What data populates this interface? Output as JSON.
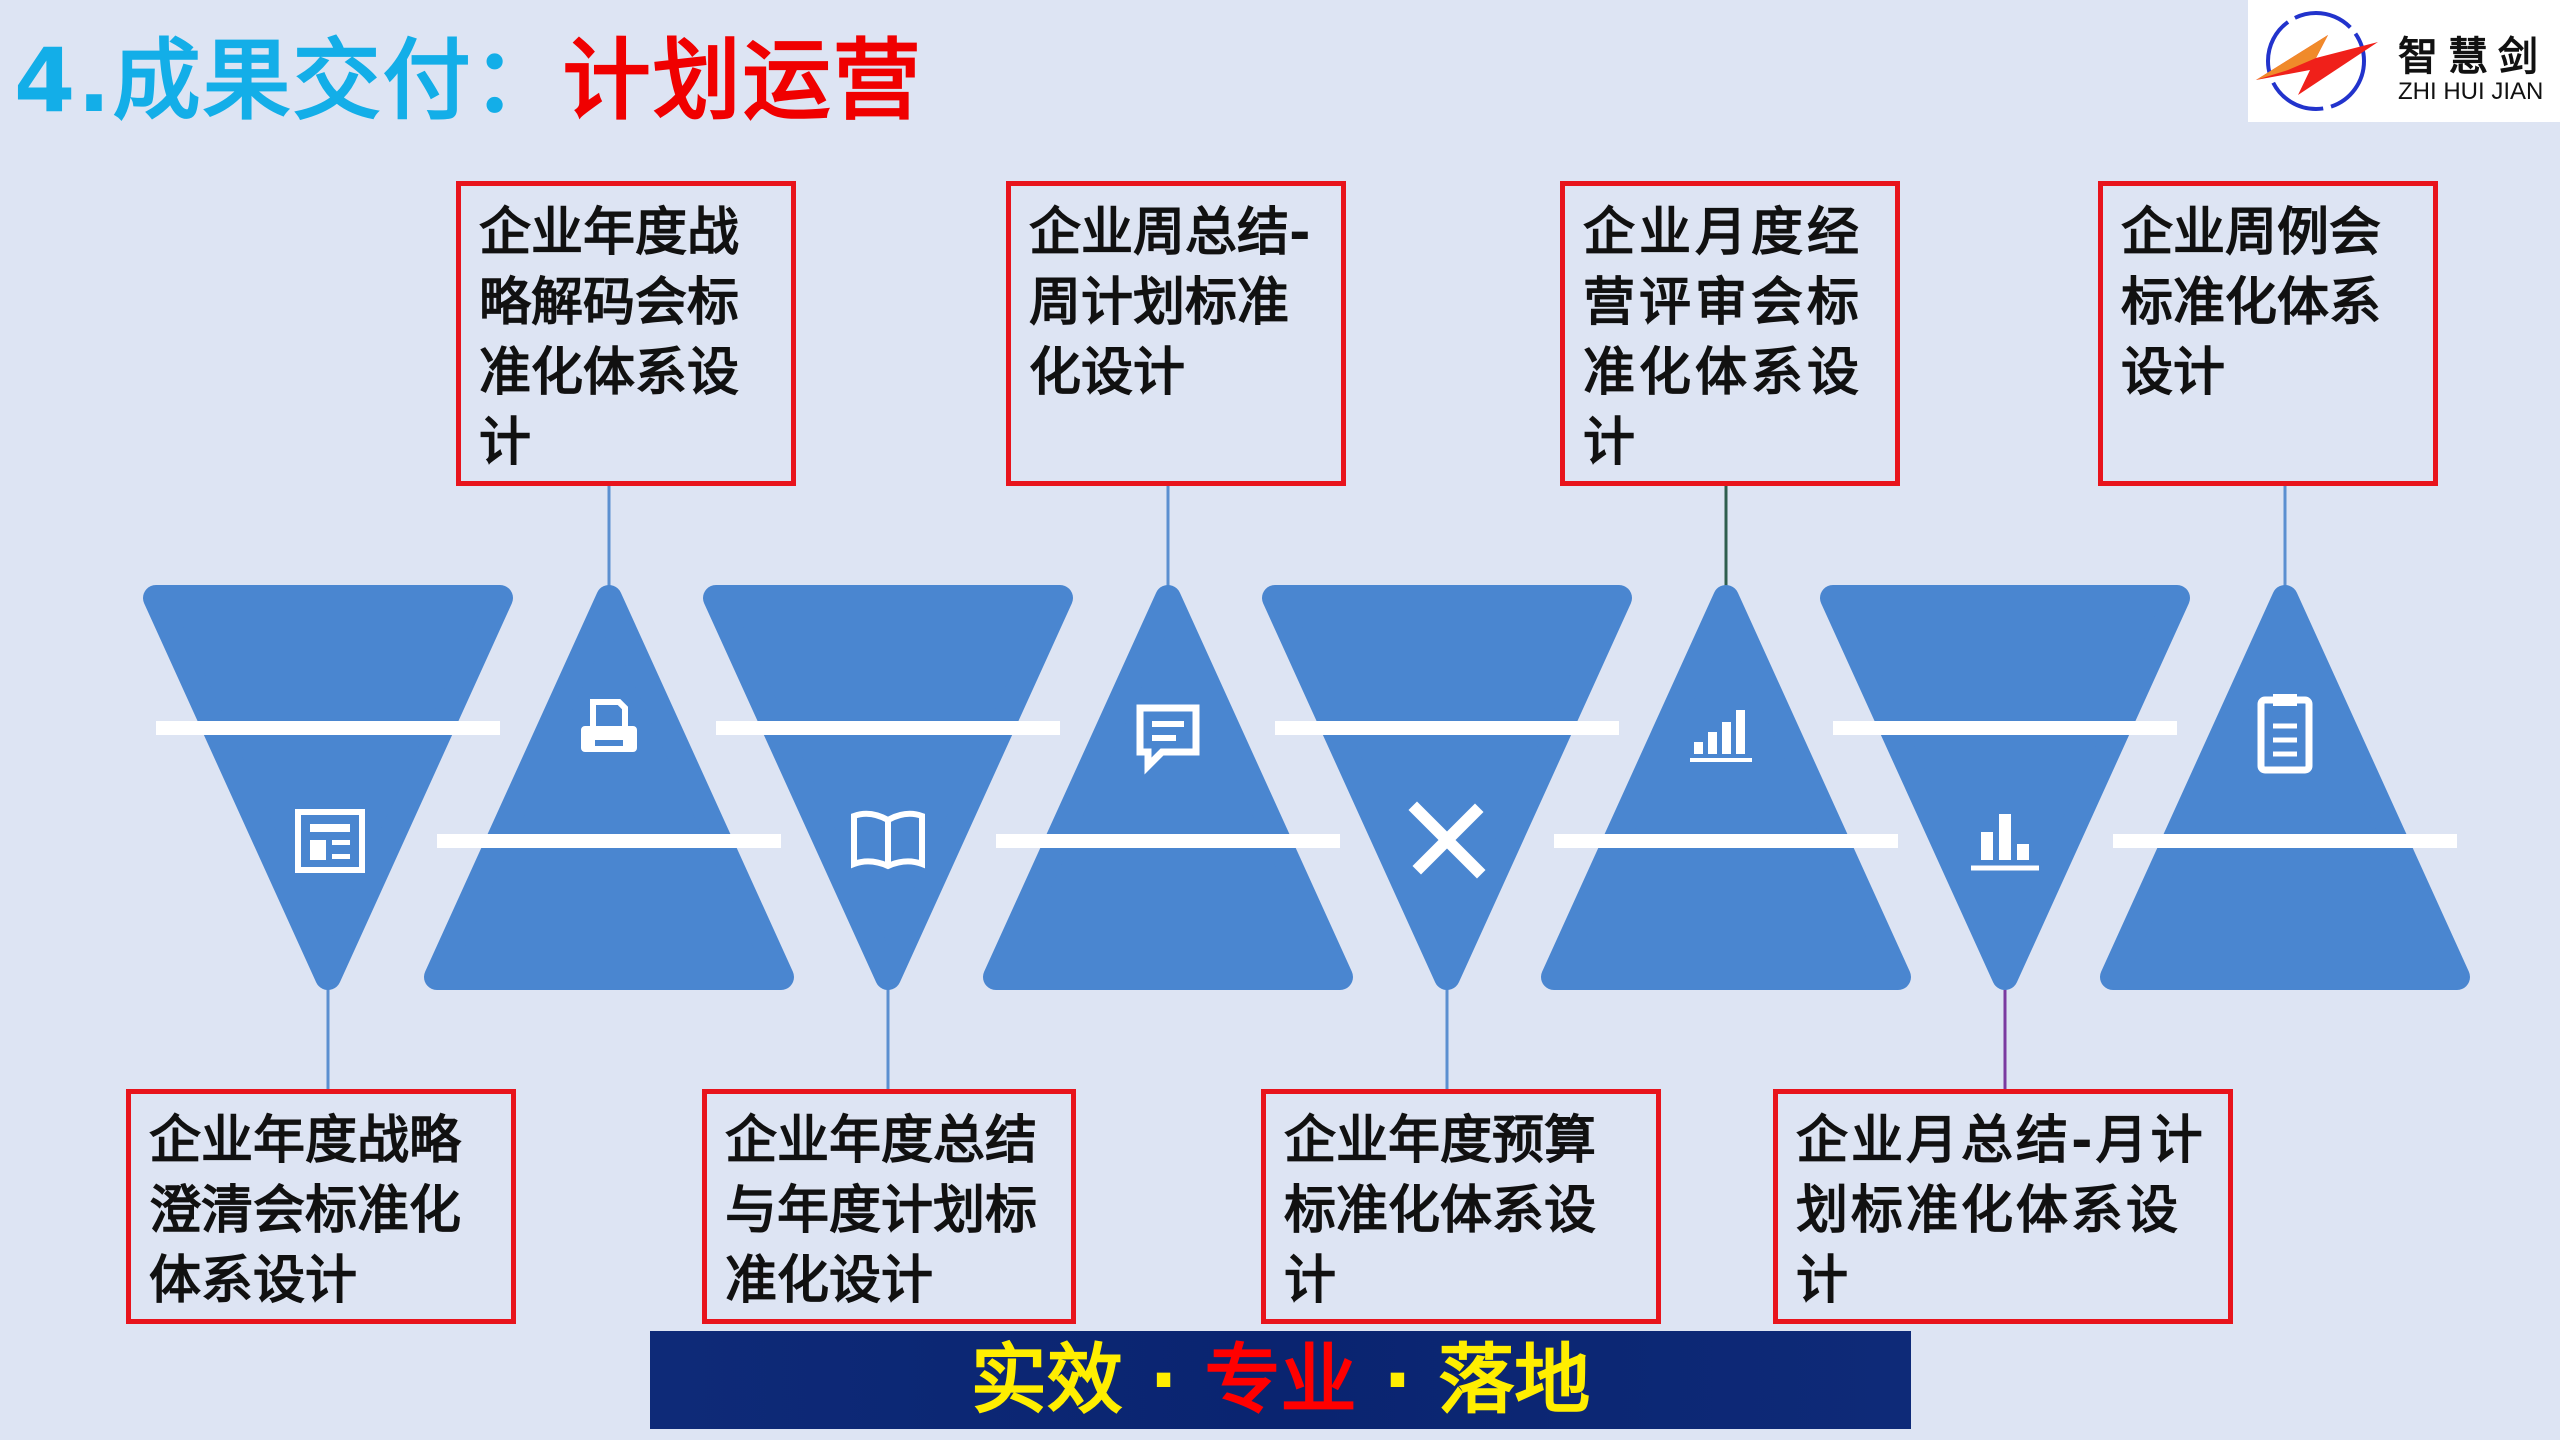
{
  "title": {
    "prefix": "4.成果交付：",
    "highlight": "计划运营"
  },
  "logo": {
    "cn": "智慧剑",
    "en": "ZHI HUI JIAN"
  },
  "top_boxes": [
    {
      "text": "企业年度战略解码会标准化体系设计",
      "icon": "printer-icon"
    },
    {
      "text": "企业周总结-周计划标准化设计",
      "icon": "chat-icon"
    },
    {
      "text": "企业月度经营评审会标准化体系设计",
      "icon": "bar-chart-icon"
    },
    {
      "text": "企业周例会标准化体系设计",
      "icon": "clipboard-icon"
    }
  ],
  "bottom_boxes": [
    {
      "text": "企业年度战略澄清会标准化体系设计",
      "icon": "newspaper-icon"
    },
    {
      "text": "企业年度总结与年度计划标准化设计",
      "icon": "book-icon"
    },
    {
      "text": "企业年度预算标准化体系设计",
      "icon": "ruler-pencil-icon"
    },
    {
      "text": "企业月总结-月计划标准化体系设计",
      "icon": "column-chart-icon"
    }
  ],
  "banner": {
    "w1": "实效",
    "sep1": " · ",
    "w2": "专业",
    "sep2": " · ",
    "w3": "落地"
  },
  "colors": {
    "triangle": "#4a86d0",
    "box_border": "#e8141c",
    "banner": "#0a2470"
  }
}
